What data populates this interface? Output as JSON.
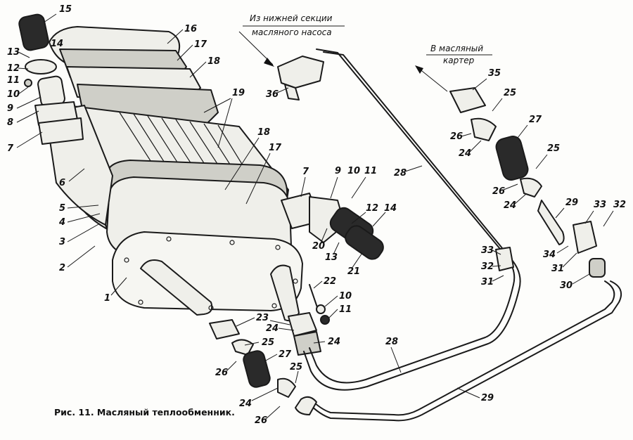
{
  "caption": "Рис. 11. Масляный теплообменник.",
  "notes": {
    "from_pump_line1": "Из нижней секции",
    "from_pump_line2": "масляного насоса",
    "to_crankcase_line1": "В масляный",
    "to_crankcase_line2": "картер"
  },
  "callouts": [
    "15",
    "14",
    "13",
    "12",
    "11",
    "10",
    "9",
    "8",
    "7",
    "16",
    "17",
    "18",
    "19",
    "18",
    "17",
    "6",
    "5",
    "4",
    "3",
    "2",
    "1",
    "7",
    "9",
    "10",
    "11",
    "12",
    "14",
    "20",
    "13",
    "21",
    "22",
    "10",
    "11",
    "23",
    "24",
    "25",
    "24",
    "26",
    "27",
    "24",
    "26",
    "25",
    "36",
    "28",
    "35",
    "25",
    "27",
    "26",
    "24",
    "25",
    "26",
    "24",
    "29",
    "33",
    "32",
    "34",
    "31",
    "30",
    "33",
    "32",
    "31",
    "28",
    "29"
  ]
}
